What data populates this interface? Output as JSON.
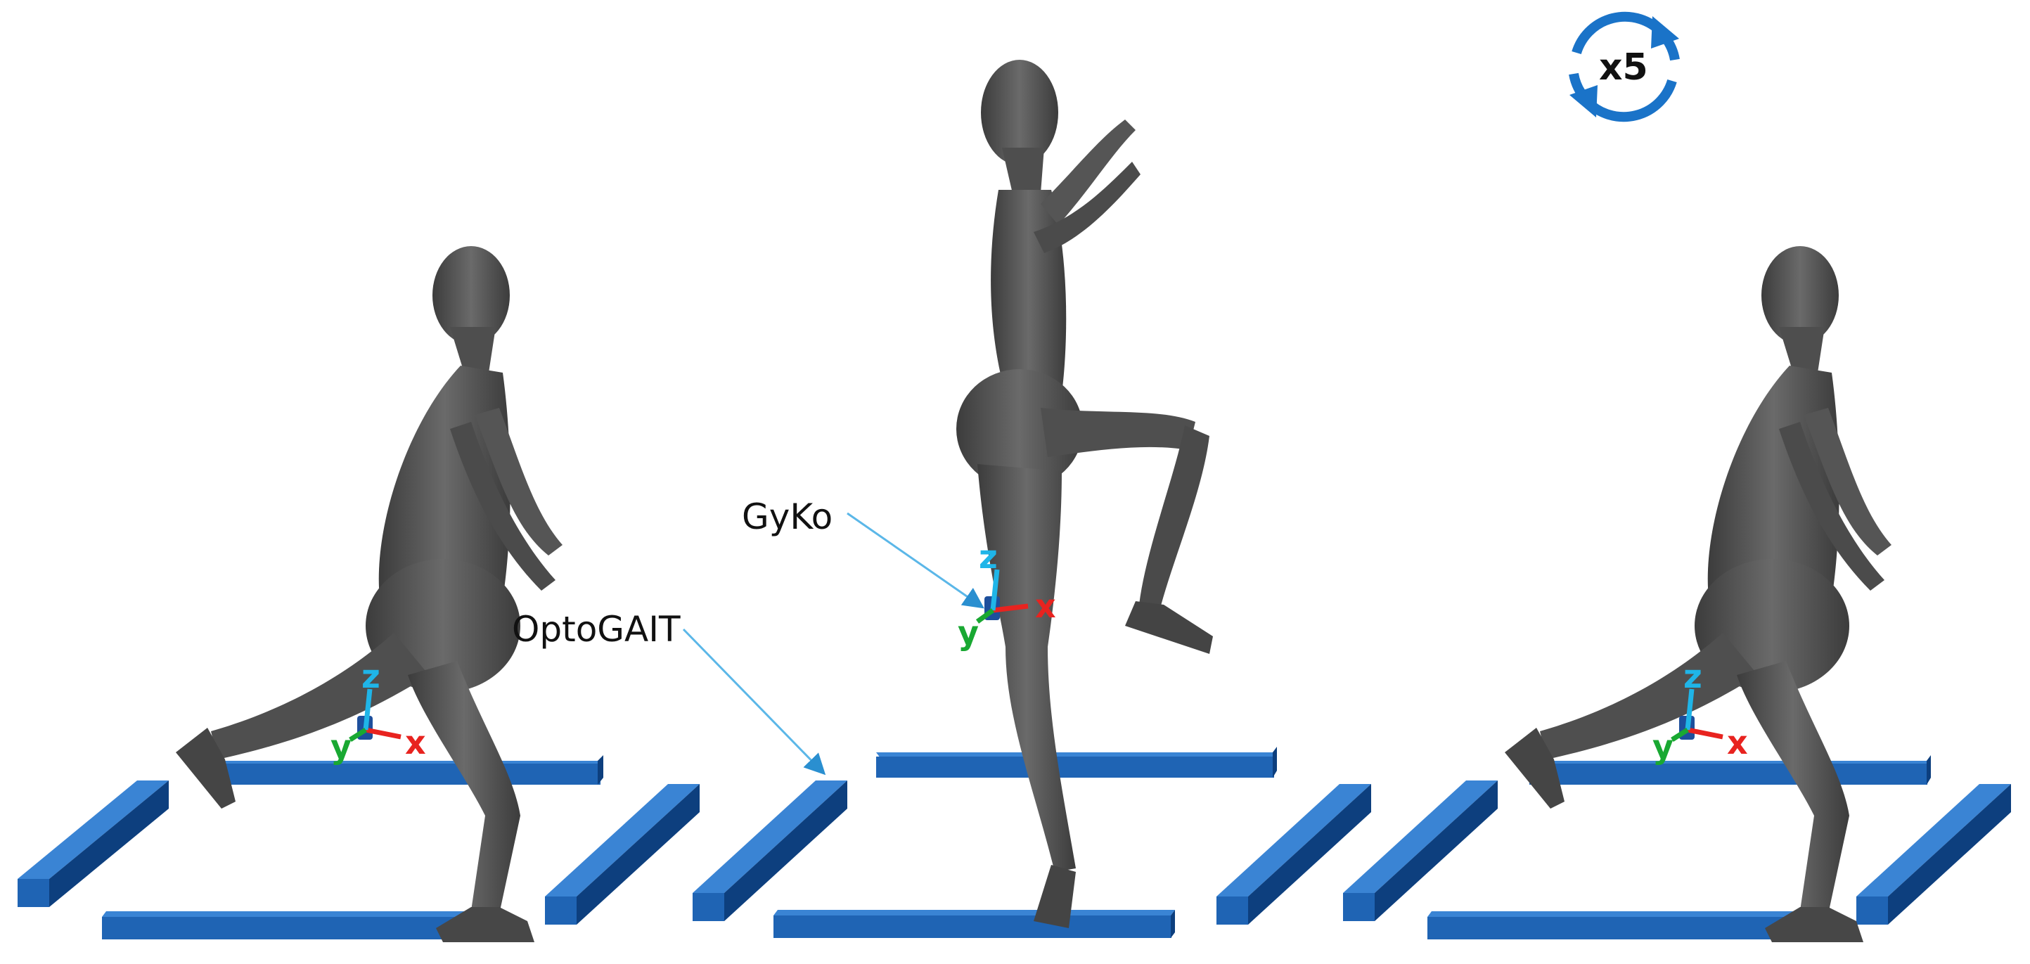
{
  "labels": {
    "gyko": "GyKo",
    "optogait": "OptoGAIT",
    "repeat": "x5"
  },
  "axes": {
    "x": "x",
    "y": "y",
    "z": "z"
  },
  "colors": {
    "bar_front": "#1f64b4",
    "bar_top": "#3a84d4",
    "bar_side": "#0d3f7e",
    "figure": "#5a5a5a",
    "figure_dark": "#3a3a3a",
    "axis_x": "#e8231f",
    "axis_y": "#19a832",
    "axis_z": "#1fb5e8",
    "sensor": "#1d4f9c",
    "leader_line": "#5bb7e8",
    "repeat_ring": "#1a73c8"
  }
}
